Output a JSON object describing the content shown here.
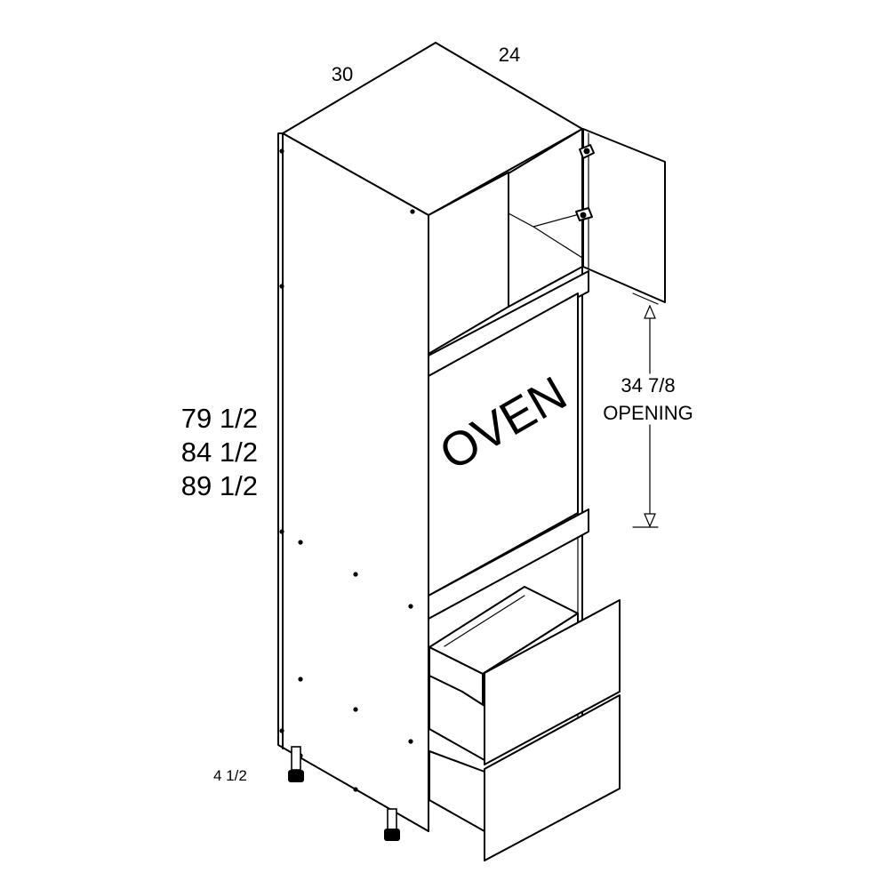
{
  "dimensions": {
    "width": "30",
    "depth": "24",
    "heights": [
      "79 1/2",
      "84 1/2",
      "89 1/2"
    ],
    "toe_kick": "4 1/2",
    "opening_value": "34 7/8",
    "opening_label": "OPENING"
  },
  "oven_label": "OVEN"
}
